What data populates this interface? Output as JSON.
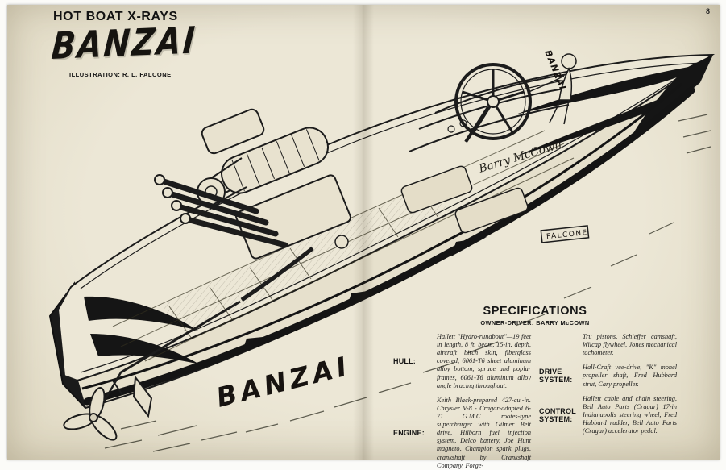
{
  "page_number": "8",
  "header": {
    "title": "HOT BOAT X-RAYS",
    "logo": "BANZAI",
    "credit": "ILLUSTRATION: R. L. FALCONE"
  },
  "illustration": {
    "hull_name": "BANZAI",
    "deck_name": "BANZAI",
    "driver_name": "Barry McCown",
    "artist_signature": "FALCONE"
  },
  "specs": {
    "title": "SPECIFICATIONS",
    "subtitle": "OWNER-DRIVER: BARRY McCOWN",
    "entries": [
      {
        "label": "HULL:",
        "text": "Hallett \"Hydro-runabout\"—19 feet in length, 8 ft. beam, 15-in. depth, aircraft birch skin, fiberglass covered, 6061-T6 sheet aluminum alloy bottom, spruce and poplar frames, 6061-T6 aluminum alloy angle bracing throughout."
      },
      {
        "label": "ENGINE:",
        "text": "Keith Black-prepared 427-cu.-in. Chrysler V-8 - Cragar-adapted 6-71 G.M.C. rootes-type supercharger with Gilmer Belt drive, Hilborn fuel injection system, Delco battery, Joe Hunt magneto, Champion spark plugs, crankshaft by Crankshaft Company, Forge-"
      },
      {
        "label": "",
        "text": "Tru pistons, Schieffer camshaft, Wilcap flywheel, Jones mechanical tachometer."
      },
      {
        "label": "DRIVE SYSTEM:",
        "text": "Hall-Craft vee-drive, \"K\" monel propeller shaft, Fred Hubbard strut, Cary propeller."
      },
      {
        "label": "CONTROL SYSTEM:",
        "text": "Hallett cable and chain steering, Bell Auto Parts (Cragar) 17-in Indianapolis steering wheel, Fred Hubbard rudder, Bell Auto Parts (Cragar) accelerator pedal."
      }
    ]
  },
  "colors": {
    "paper": "#e9e4d2",
    "ink": "#1c1c1c"
  }
}
